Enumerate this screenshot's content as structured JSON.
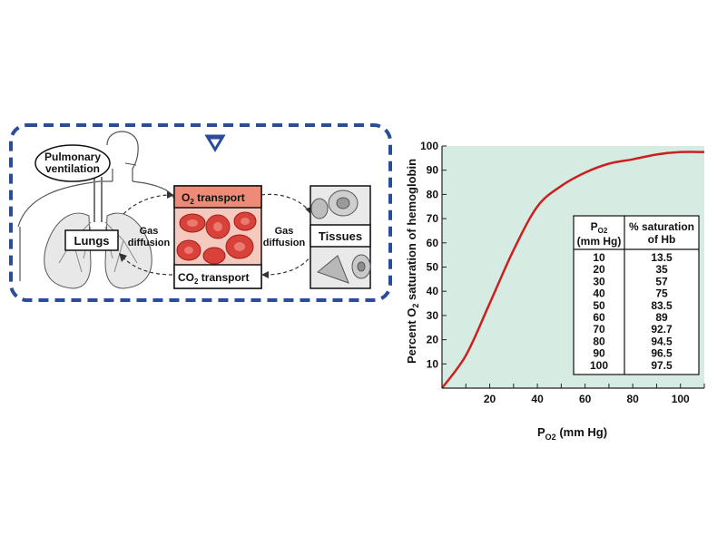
{
  "diagram": {
    "pulmonary_line1": "Pulmonary",
    "pulmonary_line2": "ventilation",
    "lungs": "Lungs",
    "gas_left_1": "Gas",
    "gas_left_2": "diffusion",
    "o2_transport": "O2 transport",
    "co2_transport": "CO2 transport",
    "gas_right_1": "Gas",
    "gas_right_2": "diffusion",
    "tissues": "Tissues",
    "colors": {
      "dash_box": "#2b4c9b",
      "transport_band": "#f08a78",
      "rbc": "#d9423a"
    }
  },
  "chart_data": {
    "type": "line",
    "x": [
      0,
      10,
      20,
      30,
      40,
      50,
      60,
      70,
      80,
      90,
      100,
      110
    ],
    "y": [
      0,
      13.5,
      35,
      57,
      75,
      83.5,
      89,
      92.7,
      94.5,
      96.5,
      97.5,
      97.5
    ],
    "xlim": [
      0,
      110
    ],
    "ylim": [
      0,
      100
    ],
    "xticks": [
      20,
      40,
      60,
      80,
      100
    ],
    "yticks": [
      10,
      20,
      30,
      40,
      50,
      60,
      70,
      80,
      90,
      100
    ],
    "ylabel": "Percent O2 saturation of hemoglobin",
    "xlabel_main": "P",
    "xlabel_sub": "O2",
    "xlabel_tail": "(mm Hg)",
    "line_color": "#cc1f1f",
    "plot_bg": "#d6ebe1",
    "table": {
      "col1_header_main": "P",
      "col1_header_sub": "O2",
      "col1_header_line2": "(mm Hg)",
      "col2_header_line1": "% saturation",
      "col2_header_line2": "of Hb",
      "col1": [
        "10",
        "20",
        "30",
        "40",
        "50",
        "60",
        "70",
        "80",
        "90",
        "100"
      ],
      "col2": [
        "13.5",
        "35",
        "57",
        "75",
        "83.5",
        "89",
        "92.7",
        "94.5",
        "96.5",
        "97.5"
      ]
    }
  }
}
